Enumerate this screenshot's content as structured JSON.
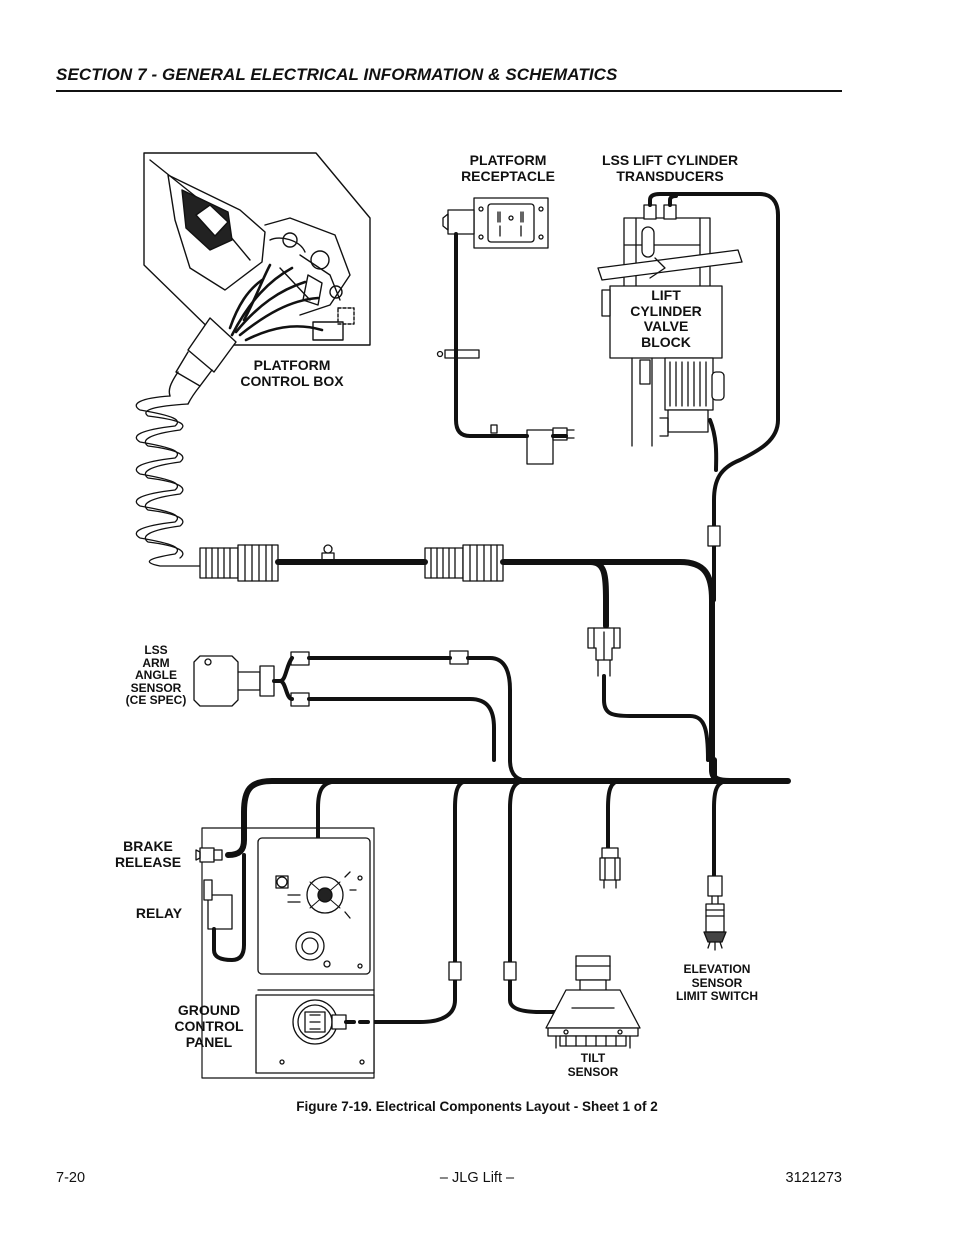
{
  "header": {
    "section_title": "SECTION 7 - GENERAL ELECTRICAL INFORMATION & SCHEMATICS"
  },
  "figure": {
    "labels": {
      "platform_receptacle": [
        "PLATFORM",
        "RECEPTACLE"
      ],
      "lss_lift_cylinder_transducers": [
        "LSS LIFT CYLINDER",
        "TRANSDUCERS"
      ],
      "lift_cylinder_valve_block": [
        "LIFT",
        "CYLINDER",
        "VALVE",
        "BLOCK"
      ],
      "platform_control_box": [
        "PLATFORM",
        "CONTROL BOX"
      ],
      "lss_arm_angle_sensor": [
        "LSS",
        "ARM",
        "ANGLE",
        "SENSOR",
        "(CE SPEC)"
      ],
      "brake_release": [
        "BRAKE",
        "RELEASE"
      ],
      "relay": [
        "RELAY"
      ],
      "ground_control_panel": [
        "GROUND",
        "CONTROL",
        "PANEL"
      ],
      "elevation_sensor_limit_switch": [
        "ELEVATION",
        "SENSOR",
        "LIMIT SWITCH"
      ],
      "tilt_sensor": [
        "TILT",
        "SENSOR"
      ]
    },
    "caption": "Figure 7-19.  Electrical Components Layout - Sheet 1 of 2"
  },
  "footer": {
    "page_number": "7-20",
    "center_text": "– JLG Lift –",
    "doc_number": "3121273"
  }
}
